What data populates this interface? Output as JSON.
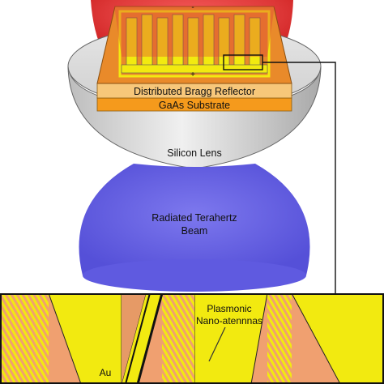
{
  "labels": {
    "dbr": "Distributed Bragg Reflector",
    "substrate": "GaAs Substrate",
    "lens": "Silicon Lens",
    "beam_line1": "Radiated Terahertz",
    "beam_line2": "Beam",
    "antenna_line1": "Plasmonic",
    "antenna_line2": "Nano-atennnas",
    "gold": "Au",
    "plus": "+",
    "minus": "-"
  },
  "colors": {
    "laser": "#e03a3a",
    "dbr": "#f7c77a",
    "substrate": "#f59a1c",
    "lens": "#d9d9d9",
    "beam": "#6b66e6",
    "gold": "#f2ea10",
    "gaas_zoom": "#f0a070",
    "background": "#ffffff"
  },
  "icons": [
    "plus-sign-icon",
    "minus-sign-icon"
  ]
}
